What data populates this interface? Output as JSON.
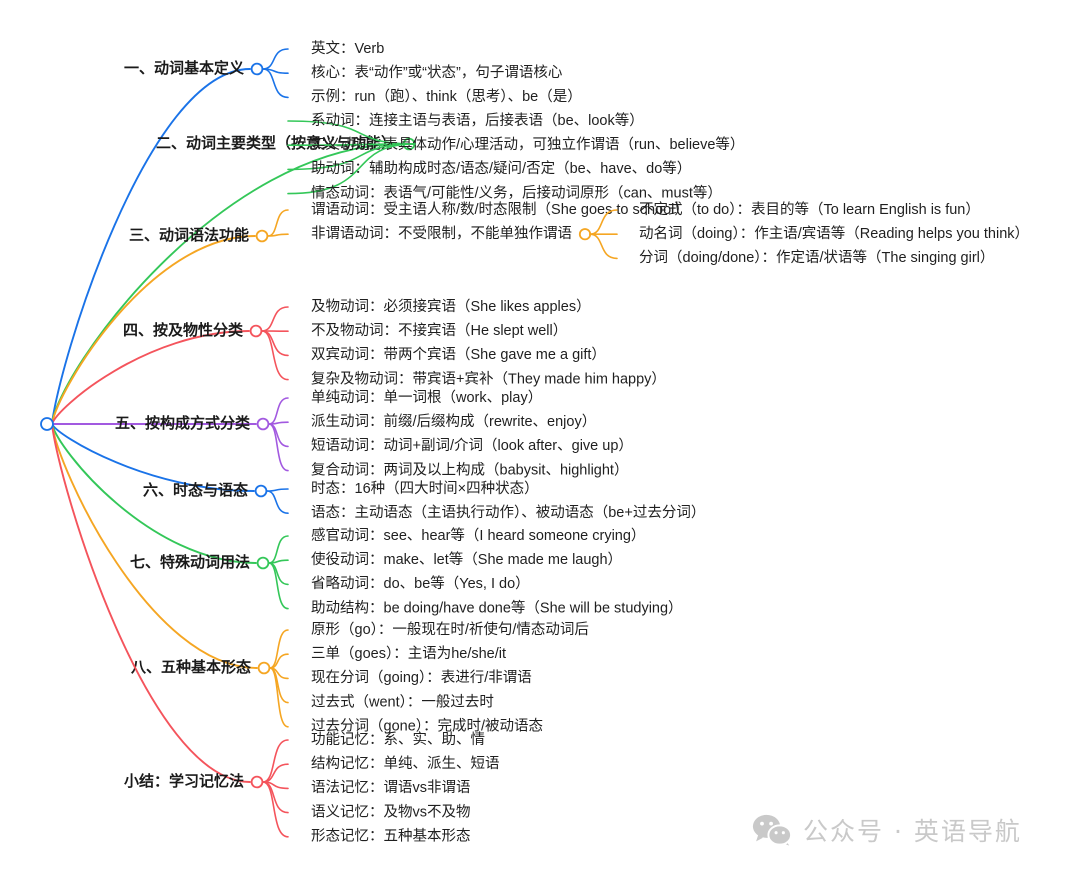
{
  "root": {
    "id": "root",
    "label": ""
  },
  "palette": {
    "blue": "#1a73e8",
    "green": "#34c759",
    "orange": "#f5a623",
    "red": "#f4545c",
    "purple": "#a259e0",
    "text": "#1f1f1f",
    "watermark": "#c9c9c9"
  },
  "branches": [
    {
      "label": "一、动词基本定义",
      "color": "#1a73e8",
      "children": [
        {
          "label": "英文：Verb"
        },
        {
          "label": "核心：表“动作”或“状态”，句子谓语核心"
        },
        {
          "label": "示例：run（跑）、think（思考）、be（是）"
        }
      ]
    },
    {
      "label": "二、动词主要类型（按意义与功能）",
      "color": "#34c759",
      "children": [
        {
          "label": "系动词：连接主语与表语，后接表语（be、look等）"
        },
        {
          "label": "实义动词：表具体动作/心理活动，可独立作谓语（run、believe等）"
        },
        {
          "label": "助动词：辅助构成时态/语态/疑问/否定（be、have、do等）"
        },
        {
          "label": "情态动词：表语气/可能性/义务，后接动词原形（can、must等）"
        }
      ]
    },
    {
      "label": "三、动词语法功能",
      "color": "#f5a623",
      "children": [
        {
          "label": "谓语动词：受主语人称/数/时态限制（She goes to school）"
        },
        {
          "label": "非谓语动词：不受限制，不能单独作谓语",
          "children": [
            {
              "label": "不定式（to do）：表目的等（To learn English is fun）"
            },
            {
              "label": "动名词（doing）：作主语/宾语等（Reading helps you think）"
            },
            {
              "label": "分词（doing/done）：作定语/状语等（The singing girl）"
            }
          ]
        }
      ]
    },
    {
      "label": "四、按及物性分类",
      "color": "#f4545c",
      "children": [
        {
          "label": "及物动词：必须接宾语（She likes apples）"
        },
        {
          "label": "不及物动词：不接宾语（He slept well）"
        },
        {
          "label": "双宾动词：带两个宾语（She gave me a gift）"
        },
        {
          "label": "复杂及物动词：带宾语+宾补（They made him happy）"
        }
      ]
    },
    {
      "label": "五、按构成方式分类",
      "color": "#a259e0",
      "children": [
        {
          "label": "单纯动词：单一词根（work、play）"
        },
        {
          "label": "派生动词：前缀/后缀构成（rewrite、enjoy）"
        },
        {
          "label": "短语动词：动词+副词/介词（look after、give up）"
        },
        {
          "label": "复合动词：两词及以上构成（babysit、highlight）"
        }
      ]
    },
    {
      "label": "六、时态与语态",
      "color": "#1a73e8",
      "children": [
        {
          "label": "时态：16种（四大时间×四种状态）"
        },
        {
          "label": "语态：主动语态（主语执行动作）、被动语态（be+过去分词）"
        }
      ]
    },
    {
      "label": "七、特殊动词用法",
      "color": "#34c759",
      "children": [
        {
          "label": "感官动词：see、hear等（I heard someone crying）"
        },
        {
          "label": "使役动词：make、let等（She made me laugh）"
        },
        {
          "label": "省略动词：do、be等（Yes, I do）"
        },
        {
          "label": "助动结构：be doing/have done等（She will be studying）"
        }
      ]
    },
    {
      "label": "八、五种基本形态",
      "color": "#f5a623",
      "children": [
        {
          "label": "原形（go）：一般现在时/祈使句/情态动词后"
        },
        {
          "label": "三单（goes）：主语为he/she/it"
        },
        {
          "label": "现在分词（going）：表进行/非谓语"
        },
        {
          "label": "过去式（went）：一般过去时"
        },
        {
          "label": "过去分词（gone）：完成时/被动语态"
        }
      ]
    },
    {
      "label": "小结：学习记忆法",
      "color": "#f4545c",
      "children": [
        {
          "label": "功能记忆：系、实、助、情"
        },
        {
          "label": "结构记忆：单纯、派生、短语"
        },
        {
          "label": "语法记忆：谓语vs非谓语"
        },
        {
          "label": "语义记忆：及物vs不及物"
        },
        {
          "label": "形态记忆：五种基本形态"
        }
      ]
    }
  ],
  "watermark": {
    "icon": "wechat-icon",
    "text": "公众号 · 英语导航"
  }
}
